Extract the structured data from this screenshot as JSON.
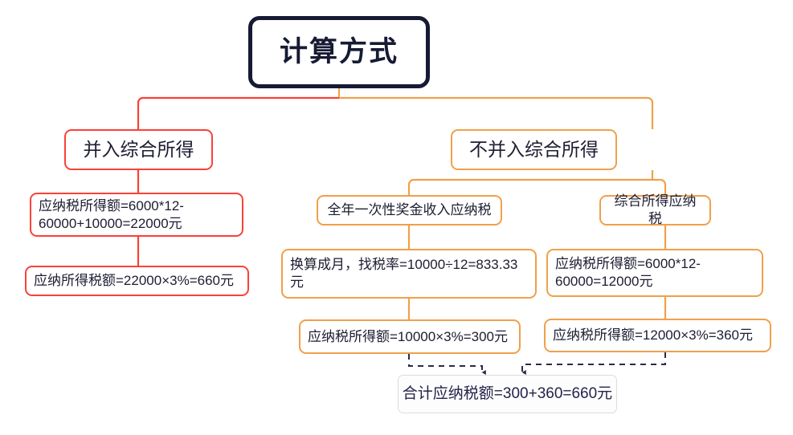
{
  "diagram": {
    "title": "计算方式",
    "type": "tree",
    "colors": {
      "root_border": "#161a33",
      "left_branch": "#fa4138",
      "right_branch": "#f0a04b",
      "summary_border": "#dcdcdf",
      "connector_dashed": "#2a2a4a",
      "background": "#ffffff",
      "text": "#1d1d33"
    },
    "root": {
      "label": "计算方式"
    },
    "branches": [
      {
        "key": "left",
        "header": "并入综合所得",
        "color": "#fa4138",
        "steps": [
          "应纳税所得额=6000*12-60000+10000=22000元",
          "应纳所得税额=22000×3%=660元"
        ]
      },
      {
        "key": "right",
        "header": "不并入综合所得",
        "color": "#f0a04b",
        "columns": [
          {
            "key": "bonus",
            "header": "全年一次性奖金收入应纳税",
            "steps": [
              "换算成月，找税率=10000÷12=833.33元",
              "应纳税所得额=10000×3%=300元"
            ]
          },
          {
            "key": "comprehensive",
            "header": "综合所得应纳税",
            "steps": [
              "应纳税所得额=6000*12-60000=12000元",
              "应纳税所得额=12000×3%=360元"
            ]
          }
        ]
      }
    ],
    "summary": {
      "label": "合计应纳税额=300+360=660元"
    }
  }
}
